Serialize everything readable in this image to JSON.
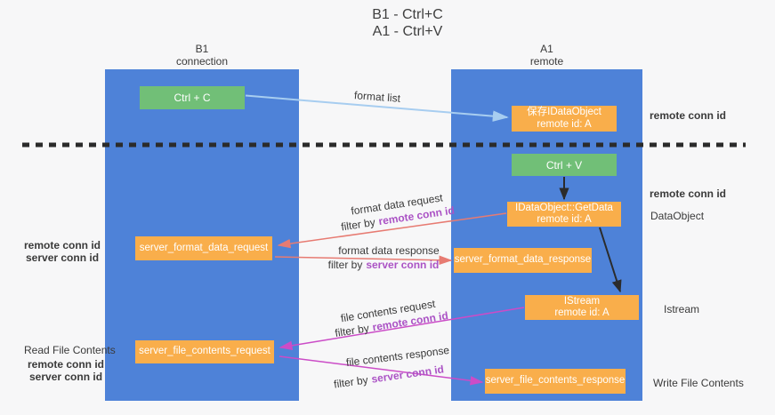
{
  "colors": {
    "lifeline_blue": "#4e82d8",
    "green_box": "#71bf77",
    "orange_box": "#f9ae4b",
    "purple_text": "#ab53c5",
    "green_text": "#53ae5c",
    "salmon_arrow": "#e77b72",
    "magenta_arrow": "#cb4cc7",
    "blue_arrow": "#a7cdf0",
    "black_arrow": "#2b2b2b",
    "background": "#f7f7f8"
  },
  "title": {
    "line1": "B1 - Ctrl+C",
    "line2": "A1 - Ctrl+V"
  },
  "actors": {
    "left": {
      "name": "B1",
      "role": "connection"
    },
    "right": {
      "name": "A1",
      "role": "remote"
    }
  },
  "boxes": {
    "ctrl_c": {
      "label": "Ctrl + C"
    },
    "save_dataobject": {
      "line1": "保存IDataObject",
      "line2": "remote id: A"
    },
    "ctrl_v": {
      "label": "Ctrl + V"
    },
    "getdata": {
      "line1": "IDataObject::GetData",
      "line2": "remote id: A"
    },
    "format_request": {
      "label": "server_format_data_request"
    },
    "format_response": {
      "label": "server_format_data_response"
    },
    "istream": {
      "line1": "IStream",
      "line2": "remote id: A"
    },
    "file_request": {
      "label": "server_file_contents_request"
    },
    "file_response": {
      "label": "server_file_contents_response"
    }
  },
  "flow_labels": {
    "format_list": "format list",
    "format_data_request": "format data request",
    "format_data_response": "format data response",
    "file_contents_request": "file contents request",
    "file_contents_response": "file contents response",
    "filter_by": "filter by",
    "remote_conn_id": "remote conn id",
    "server_conn_id": "server conn id"
  },
  "annotations": {
    "remote_conn_id": "remote conn id",
    "server_conn_id": "server conn id",
    "dataobject": "DataObject",
    "istream": "Istream",
    "read_file_contents": "Read File Contents",
    "write_file_contents": "Write File Contents"
  }
}
